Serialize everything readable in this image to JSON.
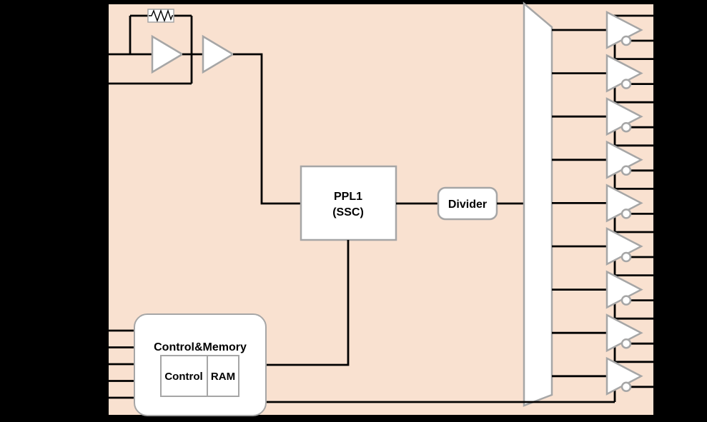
{
  "diagram": {
    "kind": "clock-generator-block-diagram",
    "colors": {
      "background": "#000000",
      "chip_fill": "#F9E1D0",
      "chip_border": "#000000",
      "shape_fill": "#FFFFFF",
      "shape_border": "#A6A6A6",
      "wire": "#000000",
      "text": "#000000"
    },
    "oscillator": {
      "input_pins": 2
    },
    "blocks": {
      "pll": {
        "line1": "PPL1",
        "line2": "(SSC)"
      },
      "divider": {
        "label": "Divider"
      },
      "control_memory": {
        "title": "Control&Memory",
        "control_label": "Control",
        "ram_label": "RAM",
        "input_pins": 5
      }
    },
    "outputs": {
      "buffer_count": 9,
      "pads_per_buffer": 2
    }
  }
}
